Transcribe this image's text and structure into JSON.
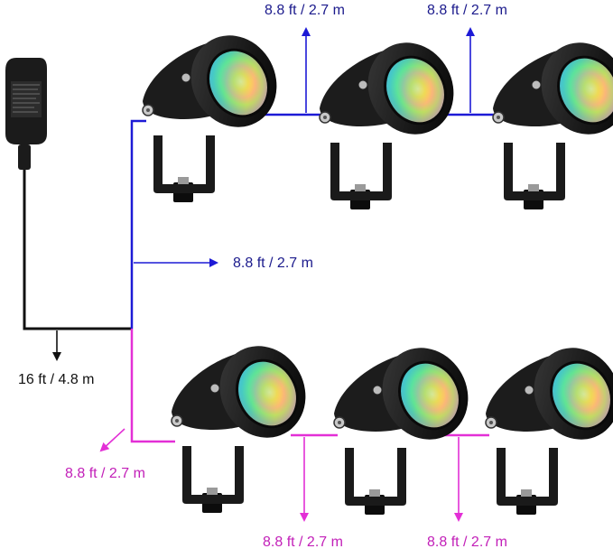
{
  "colors": {
    "blue_cable": "#1d1ad6",
    "magenta_cable": "#e32fd6",
    "black_cable": "#111111",
    "blue_text": "#1b1a8c",
    "magenta_text": "#c21fb8",
    "black_text": "#111111"
  },
  "icons": {
    "adapter": "power-adapter-icon",
    "light": "spotlight-icon"
  },
  "labels": {
    "top_1": "8.8 ft / 2.7 m",
    "top_2": "8.8 ft / 2.7 m",
    "middle": "8.8 ft / 2.7 m",
    "power": "16 ft / 4.8 m",
    "bottom_left": "8.8 ft / 2.7 m",
    "bottom_1": "8.8 ft / 2.7 m",
    "bottom_2": "8.8 ft / 2.7 m"
  }
}
